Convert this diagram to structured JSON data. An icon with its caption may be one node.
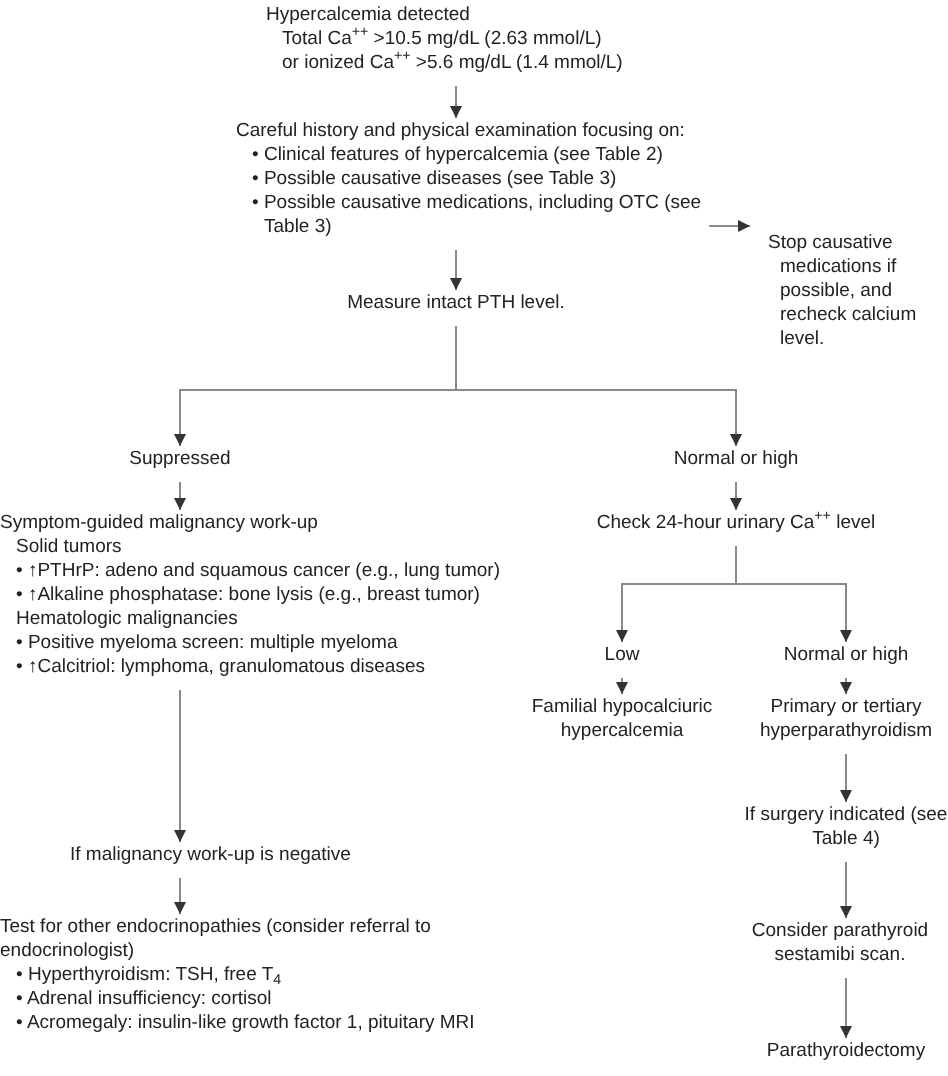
{
  "diagram": {
    "nodes": [
      {
        "text": [
          "Hypercalcemia detected",
          "Total Ca$^{++}$ >10.5 mg/dL (2.63 mmol/L)",
          "or ionized Ca$^{++}$ >5.6 mg/dL (1.4 mmol/L)"
        ]
      },
      {
        "text": [
          "Careful history and physical examination focusing on:",
          "• Clinical features of hypercalcemia (see Table 2)",
          "• Possible causative diseases (see Table 3)",
          "• Possible causative medications, including OTC (see Table 3)"
        ]
      },
      {
        "text": [
          "Stop causative medications if possible, and recheck calcium level."
        ]
      },
      {
        "text": [
          "Measure intact PTH level."
        ]
      },
      {
        "text": [
          "Suppressed"
        ]
      },
      {
        "text": [
          "Normal or high"
        ]
      },
      {
        "text": [
          "Symptom-guided malignancy work-up",
          "Solid tumors",
          "• ↑PTHrP: adeno and squamous cancer (e.g., lung tumor)",
          "• ↑Alkaline phosphatase: bone lysis (e.g., breast tumor)",
          "Hematologic malignancies",
          "• Positive myeloma screen: multiple myeloma",
          "• ↑Calcitriol: lymphoma, granulomatous diseases"
        ]
      },
      {
        "text": [
          "If malignancy work-up is negative"
        ]
      },
      {
        "text": [
          "Test for other endocrinopathies (consider referral to endocrinologist)",
          "• Hyperthyroidism: TSH, free T$_{4}$",
          "• Adrenal insufficiency: cortisol",
          "• Acromegaly: insulin-like growth factor 1, pituitary MRI"
        ]
      },
      {
        "text": [
          "Check 24-hour urinary Ca$^{++}$ level"
        ]
      },
      {
        "text": [
          "Low"
        ]
      },
      {
        "text": [
          "Normal or high"
        ]
      },
      {
        "text": [
          "Familial hypocalciuric hypercalcemia"
        ]
      },
      {
        "text": [
          "Primary or tertiary hyperparathyroidism"
        ]
      },
      {
        "text": [
          "If surgery indicated (see Table 4)"
        ]
      },
      {
        "text": [
          "Consider parathyroid sestamibi scan."
        ]
      },
      {
        "text": [
          "Parathyroidectomy"
        ]
      }
    ],
    "edges": [
      {
        "from": 0,
        "to": 1,
        "arrow": "to"
      },
      {
        "from": 1,
        "to": 2,
        "arrow": "to"
      },
      {
        "from": 1,
        "to": 3,
        "arrow": "to"
      },
      {
        "from": 3,
        "to": 4,
        "arrow": "to"
      },
      {
        "from": 3,
        "to": 5,
        "arrow": "to"
      },
      {
        "from": 4,
        "to": 6,
        "arrow": "to"
      },
      {
        "from": 6,
        "to": 7,
        "arrow": "to"
      },
      {
        "from": 7,
        "to": 8,
        "arrow": "to"
      },
      {
        "from": 5,
        "to": 9,
        "arrow": "to"
      },
      {
        "from": 9,
        "to": 10,
        "arrow": "to"
      },
      {
        "from": 9,
        "to": 11,
        "arrow": "to"
      },
      {
        "from": 10,
        "to": 12,
        "arrow": "to"
      },
      {
        "from": 11,
        "to": 13,
        "arrow": "to"
      },
      {
        "from": 13,
        "to": 14,
        "arrow": "to"
      },
      {
        "from": 14,
        "to": 15,
        "arrow": "to"
      },
      {
        "from": 15,
        "to": 16,
        "arrow": "to"
      }
    ]
  }
}
